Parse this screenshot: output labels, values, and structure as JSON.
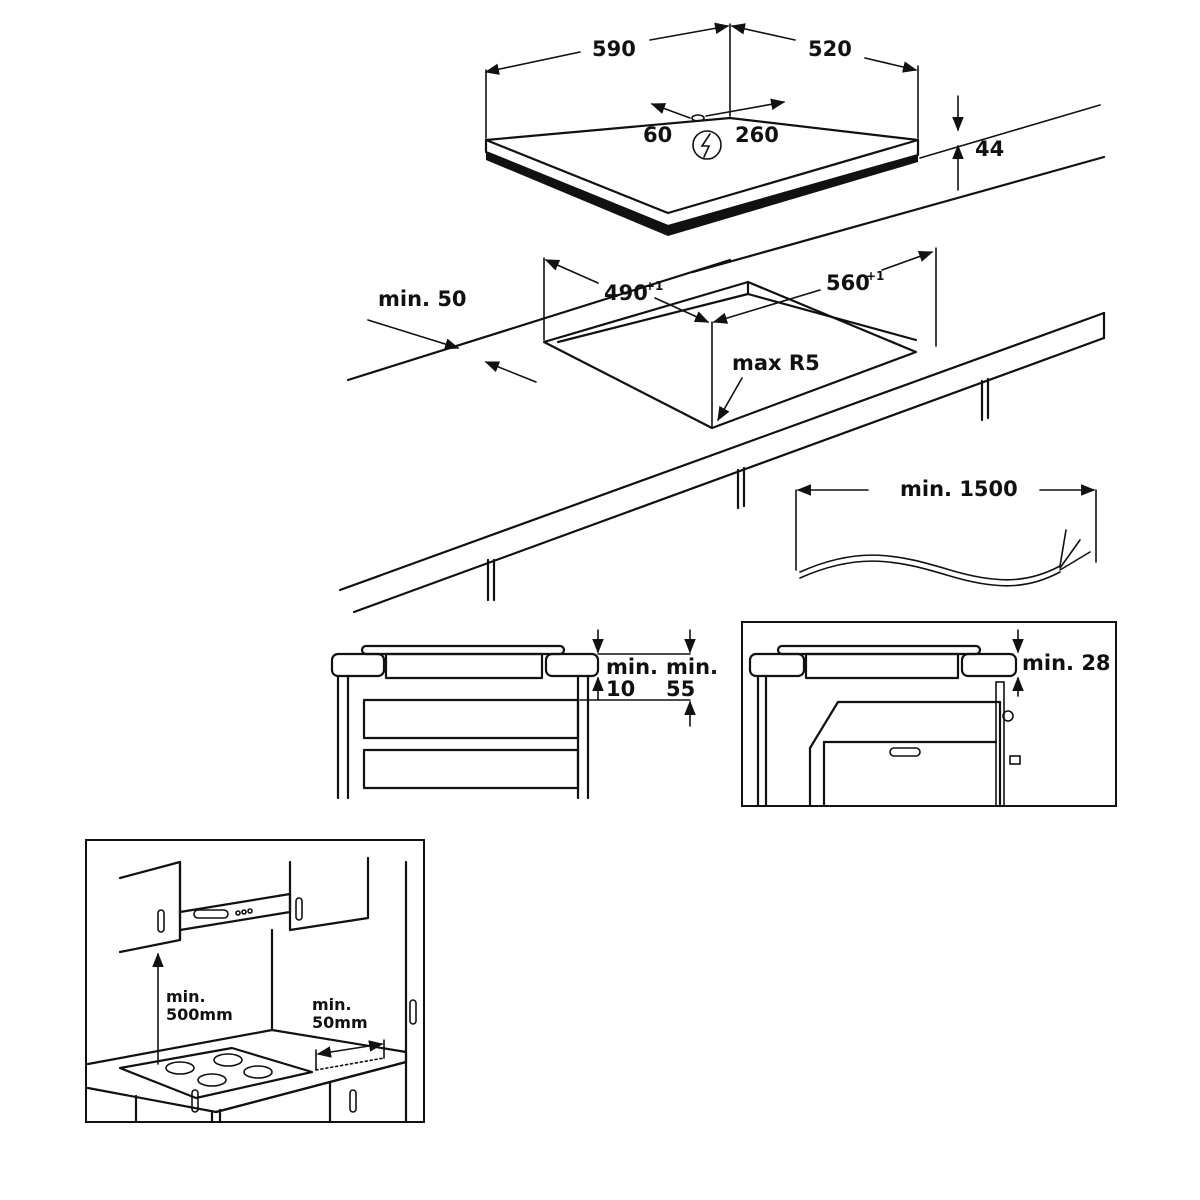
{
  "hob": {
    "width": "590",
    "depth": "520",
    "height": "44",
    "conn_left": "60",
    "conn_right": "260"
  },
  "cutout": {
    "width": "490",
    "width_tol": "+1",
    "depth": "560",
    "depth_tol": "+1",
    "edge_min": "min. 50",
    "radius": "max R5"
  },
  "cable": {
    "length": "min. 1500"
  },
  "section_drawers": {
    "gap_line1": "min.",
    "gap_line2": "10",
    "drop_line1": "min.",
    "drop_line2": "55"
  },
  "section_oven": {
    "gap": "min. 28"
  },
  "kitchen": {
    "hood_line1": "min.",
    "hood_line2": "500mm",
    "wall_line1": "min.",
    "wall_line2": "50mm"
  }
}
